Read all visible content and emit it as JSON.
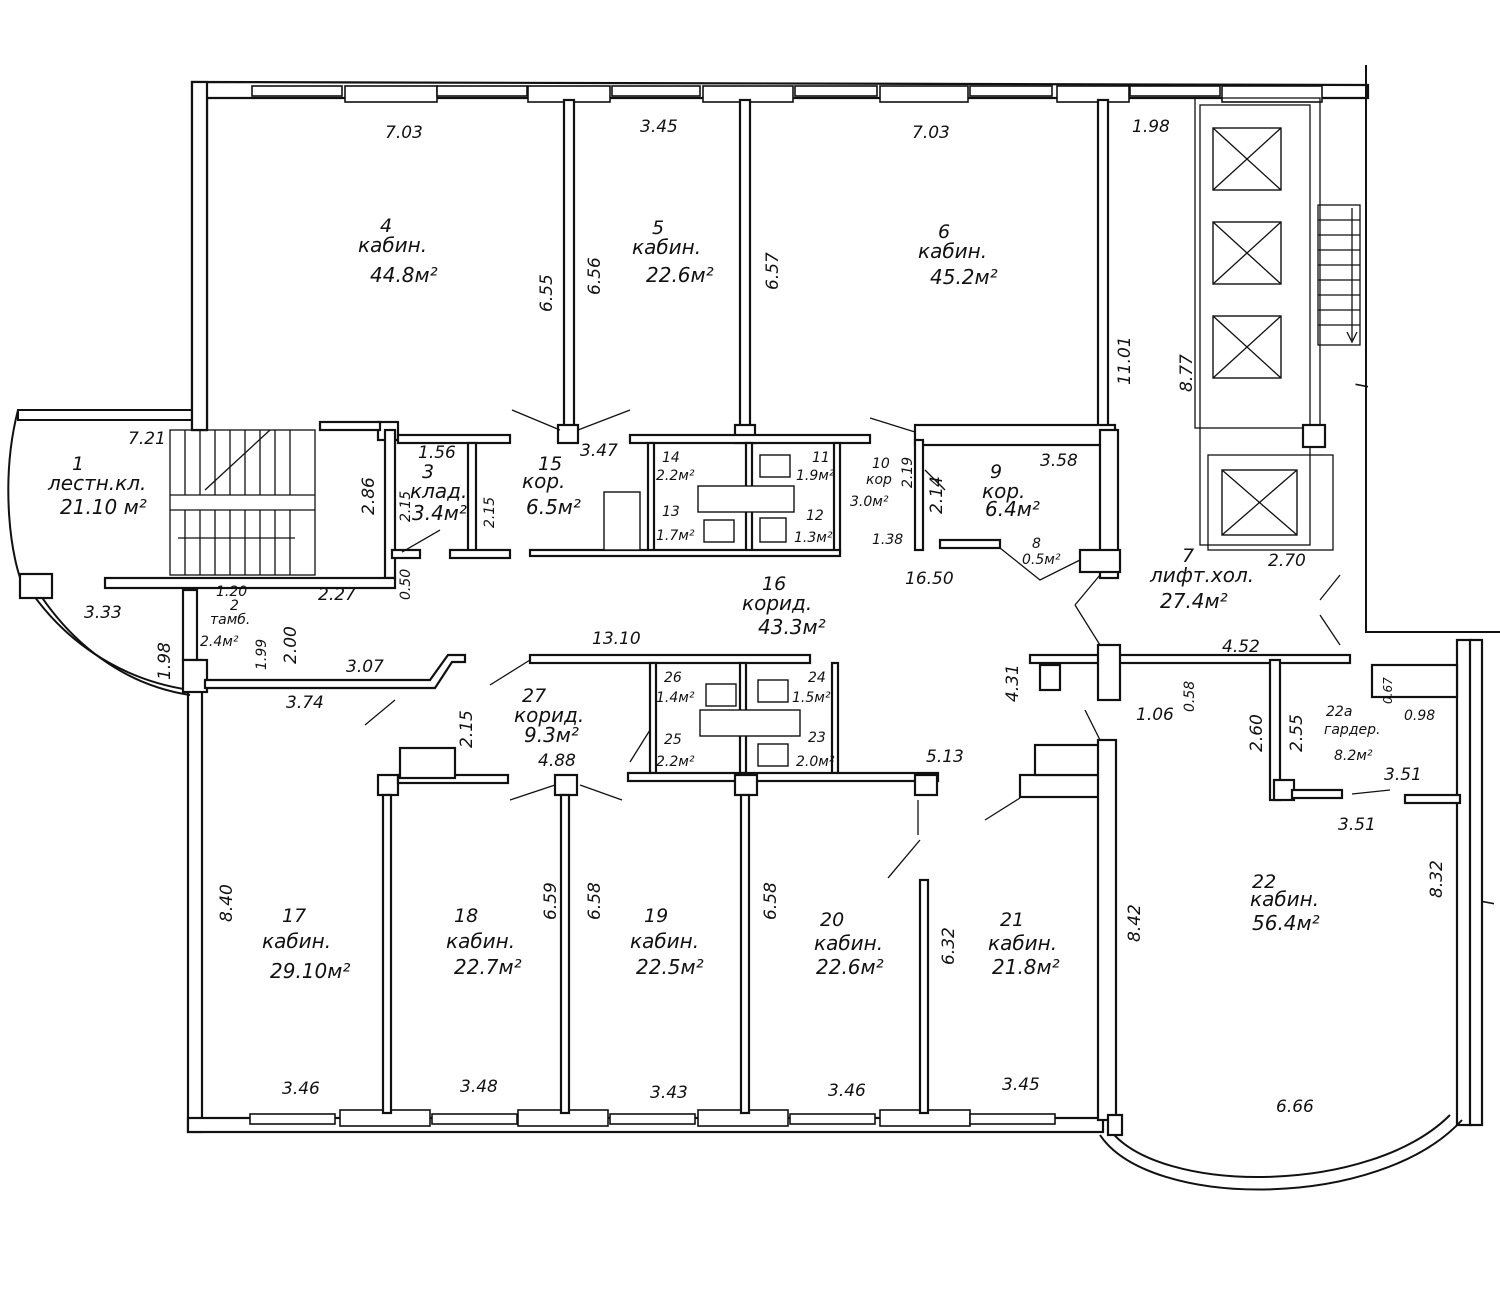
{
  "rooms": {
    "r1": {
      "num": "1",
      "name": "лестн.кл.",
      "area": "21.10 м²"
    },
    "r3": {
      "num": "3",
      "name": "клад.",
      "area": "3.4м²"
    },
    "r2": {
      "num": "2",
      "name": "тамб.",
      "area": "2.4м²"
    },
    "r4": {
      "num": "4",
      "name": "кабин.",
      "area": "44.8м²"
    },
    "r5": {
      "num": "5",
      "name": "кабин.",
      "area": "22.6м²"
    },
    "r6": {
      "num": "6",
      "name": "кабин.",
      "area": "45.2м²"
    },
    "r7": {
      "num": "7",
      "name": "лифт.хол.",
      "area": "27.4м²"
    },
    "r8": {
      "num": "8",
      "area": "0.5м²"
    },
    "r9": {
      "num": "9",
      "name": "кор.",
      "area": "6.4м²"
    },
    "r10": {
      "num": "10",
      "name": "кор",
      "area": "3.0м²"
    },
    "r11": {
      "num": "11",
      "area": "1.9м²"
    },
    "r12": {
      "num": "12",
      "area": "1.3м²"
    },
    "r13": {
      "num": "13",
      "area": "1.7м²"
    },
    "r14": {
      "num": "14",
      "area": "2.2м²"
    },
    "r15": {
      "num": "15",
      "name": "кор.",
      "area": "6.5м²"
    },
    "r16": {
      "num": "16",
      "name": "корид.",
      "area": "43.3м²"
    },
    "r17": {
      "num": "17",
      "name": "кабин.",
      "area": "29.10м²"
    },
    "r18": {
      "num": "18",
      "name": "кабин.",
      "area": "22.7м²"
    },
    "r19": {
      "num": "19",
      "name": "кабин.",
      "area": "22.5м²"
    },
    "r20": {
      "num": "20",
      "name": "кабин.",
      "area": "22.6м²"
    },
    "r21": {
      "num": "21",
      "name": "кабин.",
      "area": "21.8м²"
    },
    "r22": {
      "num": "22",
      "name": "кабин.",
      "area": "56.4м²"
    },
    "r22a": {
      "num": "22а",
      "name": "гардер.",
      "area": "8.2м²"
    },
    "r23": {
      "num": "23",
      "area": "2.0м²"
    },
    "r24": {
      "num": "24",
      "area": "1.5м²"
    },
    "r25": {
      "num": "25",
      "area": "2.2м²"
    },
    "r26": {
      "num": "26",
      "area": "1.4м²"
    },
    "r27": {
      "num": "27",
      "name": "корид.",
      "area": "9.3м²"
    }
  },
  "dims": {
    "top_703a": "7.03",
    "top_345": "3.45",
    "top_703b": "7.03",
    "top_198": "1.98",
    "v_655": "6.55",
    "v_656": "6.56",
    "v_657": "6.57",
    "v_1101": "11.01",
    "v_877": "8.77",
    "d_721": "7.21",
    "d_333": "3.33",
    "d_156": "1.56",
    "d_286": "2.86",
    "d_215a": "2.15",
    "d_215b": "2.15",
    "d_227": "2.27",
    "d_050": "0.50",
    "d_120": "1.20",
    "d_198b": "1.98",
    "d_199": "1.99",
    "d_200": "2.00",
    "d_347": "3.47",
    "d_219": "2.19",
    "d_214": "2.14",
    "d_138": "1.38",
    "d_358": "3.58",
    "d_1650": "16.50",
    "d_270": "2.70",
    "d_1310": "13.10",
    "d_307": "3.07",
    "d_374": "3.74",
    "d_215c": "2.15",
    "d_488": "4.88",
    "d_431": "4.31",
    "d_452": "4.52",
    "d_106": "1.06",
    "d_058": "0.58",
    "d_260": "2.60",
    "d_255": "2.55",
    "d_067": "0.67",
    "d_098": "0.98",
    "d_351a": "3.51",
    "d_351b": "3.51",
    "d_513": "5.13",
    "v_840": "8.40",
    "v_659": "6.59",
    "v_658a": "6.58",
    "v_658b": "6.58",
    "v_632": "6.32",
    "v_842": "8.42",
    "v_832": "8.32",
    "b_346a": "3.46",
    "b_348": "3.48",
    "b_343": "3.43",
    "b_346b": "3.46",
    "b_345": "3.45",
    "b_666": "6.66"
  },
  "marks": {
    "section_a": "I",
    "section_b": "I"
  }
}
